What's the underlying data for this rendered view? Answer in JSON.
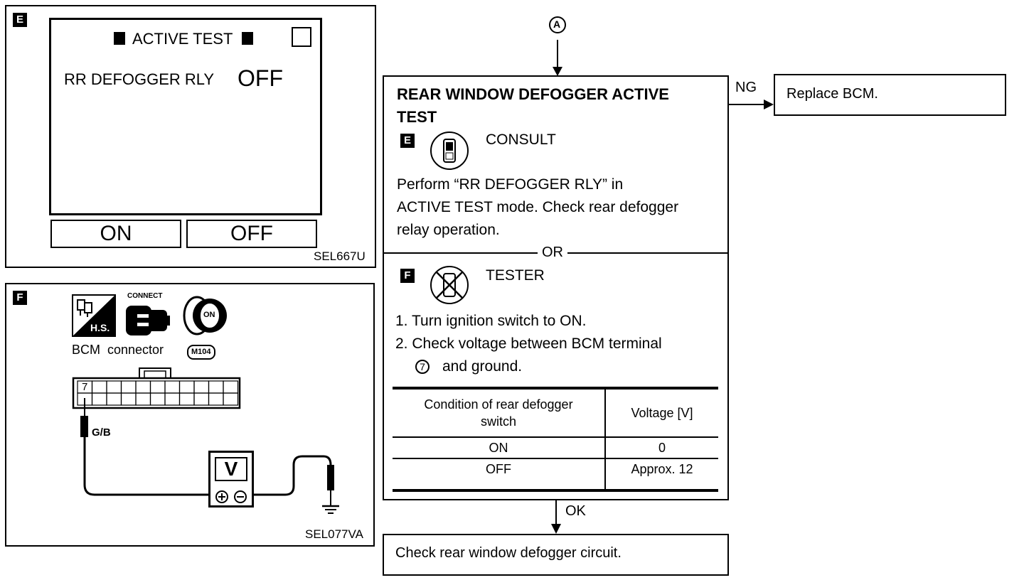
{
  "panel_e": {
    "tag": "E",
    "screen_title": "ACTIVE TEST",
    "item_label": "RR DEFOGGER RLY",
    "item_value": "OFF",
    "on_button": "ON",
    "off_button": "OFF",
    "ref_code": "SEL667U"
  },
  "panel_f": {
    "tag": "F",
    "hs_label": "H.S.",
    "connect_label": "CONNECT",
    "ignition_label": "ON",
    "connector_text": "BCM  connector",
    "connector_id": "M104",
    "pin_number": "7",
    "wire_color": "G/B",
    "meter_label": "V",
    "ref_code": "SEL077VA"
  },
  "flow": {
    "entry_marker": "A",
    "main_title_line1": "REAR WINDOW DEFOGGER ACTIVE",
    "main_title_line2": "TEST",
    "consult": {
      "tag": "E",
      "label": "CONSULT",
      "line1": "Perform “RR DEFOGGER RLY” in",
      "line2": "ACTIVE TEST mode. Check rear defogger",
      "line3": "relay operation."
    },
    "or_label": "OR",
    "tester": {
      "tag": "F",
      "label": "TESTER",
      "step1": "1. Turn ignition switch to ON.",
      "step2a": "2. Check voltage between BCM terminal",
      "step2b_pin": "7",
      "step2b": "and ground."
    },
    "table": {
      "header_condition_line1": "Condition of rear defogger",
      "header_condition_line2": "switch",
      "header_voltage": "Voltage [V]",
      "rows": [
        {
          "condition": "ON",
          "voltage": "0"
        },
        {
          "condition": "OFF",
          "voltage": "Approx. 12"
        }
      ]
    },
    "ng_label": "NG",
    "ng_action": "Replace BCM.",
    "ok_label": "OK",
    "ok_action": "Check rear window defogger circuit."
  }
}
